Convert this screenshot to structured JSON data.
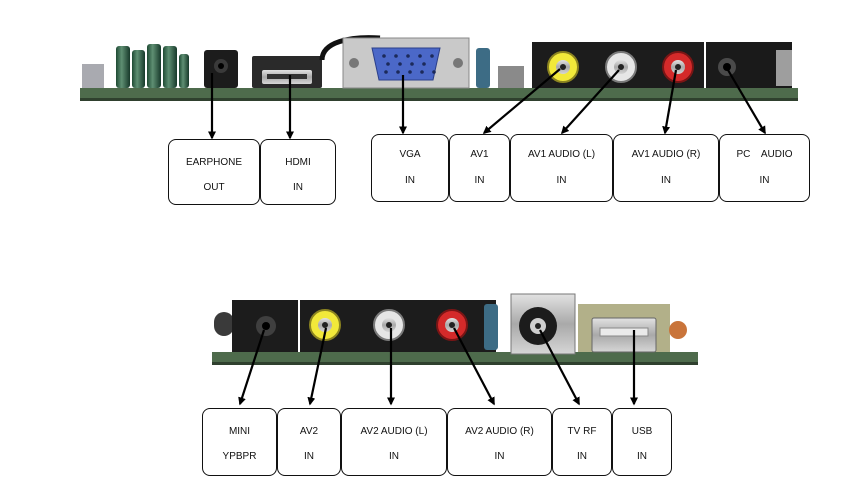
{
  "colors": {
    "pcb_green": "#4e6b4c",
    "connector_dark": "#1c1c1c",
    "vga_blue": "#4b68c8",
    "rca_yellow": "#f2e93a",
    "rca_white": "#e6e6e6",
    "rca_red": "#d42a2a",
    "arrow": "#000000"
  },
  "top_labels": [
    {
      "line1": "EARPHONE",
      "line2": "OUT"
    },
    {
      "line1": "HDMI",
      "line2": "IN"
    },
    {
      "line1": "VGA",
      "line2": "IN"
    },
    {
      "line1": "AV1",
      "line2": "IN"
    },
    {
      "line1": "AV1 AUDIO (L)",
      "line2": "IN"
    },
    {
      "line1": "AV1 AUDIO (R)",
      "line2": "IN"
    },
    {
      "line1": "PC    AUDIO",
      "line2": "IN"
    }
  ],
  "bottom_labels": [
    {
      "line1": "MINI",
      "line2": "YPBPR"
    },
    {
      "line1": "AV2",
      "line2": "IN"
    },
    {
      "line1": "AV2 AUDIO (L)",
      "line2": "IN"
    },
    {
      "line1": "AV2 AUDIO (R)",
      "line2": "IN"
    },
    {
      "line1": "TV RF",
      "line2": "IN"
    },
    {
      "line1": "USB",
      "line2": "IN"
    }
  ]
}
